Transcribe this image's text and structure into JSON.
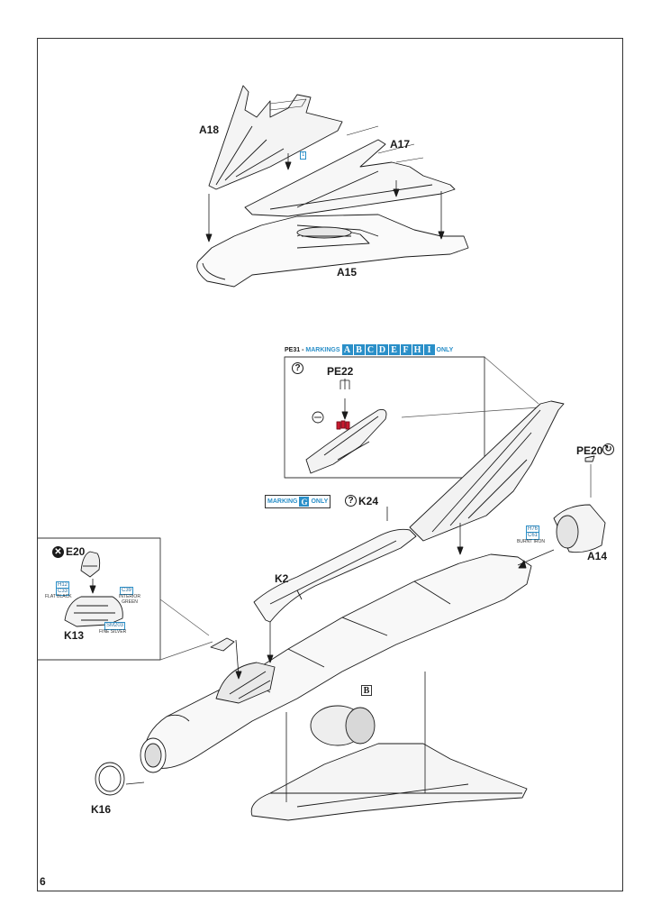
{
  "page": {
    "number": "6"
  },
  "colors": {
    "accent": "#2a8fc8",
    "line": "#1a1a1a",
    "resin": "#c8192e"
  },
  "step_top": {
    "parts": {
      "a18": "A18",
      "a17": "A17",
      "a15": "A15"
    },
    "callout_ref": "1"
  },
  "detail_pe": {
    "banner": {
      "prefix": "PE31 - ",
      "markings_label": "MARKINGS",
      "letters": [
        "A",
        "B",
        "C",
        "D",
        "E",
        "F",
        "H",
        "I"
      ],
      "suffix": "ONLY"
    },
    "question_symbol": "?",
    "part": "PE22"
  },
  "marking_g": {
    "label": "MARKING",
    "letter": "G",
    "suffix": "ONLY"
  },
  "detail_seat": {
    "part_top": "E20",
    "part_bottom": "K13",
    "paint": {
      "flat_black": {
        "codes": [
          "H12",
          "C33"
        ],
        "name": "FLAT BLACK"
      },
      "interior_green": {
        "codes": [
          "C39"
        ],
        "name": "INTERIOR GREEN"
      },
      "fine_silver": {
        "codes": [
          "SM203"
        ],
        "name": "FINE SILVER"
      }
    }
  },
  "main": {
    "parts": {
      "k24": "K24",
      "k2": "K2",
      "pe20": "PE20",
      "a14": "A14",
      "k16": "K16"
    },
    "question_symbol": "?",
    "rotate_symbol": "↻",
    "paint_burnt_iron": {
      "codes": [
        "H76",
        "C61"
      ],
      "name": "BURNT IRON"
    },
    "section_marker": "B"
  }
}
